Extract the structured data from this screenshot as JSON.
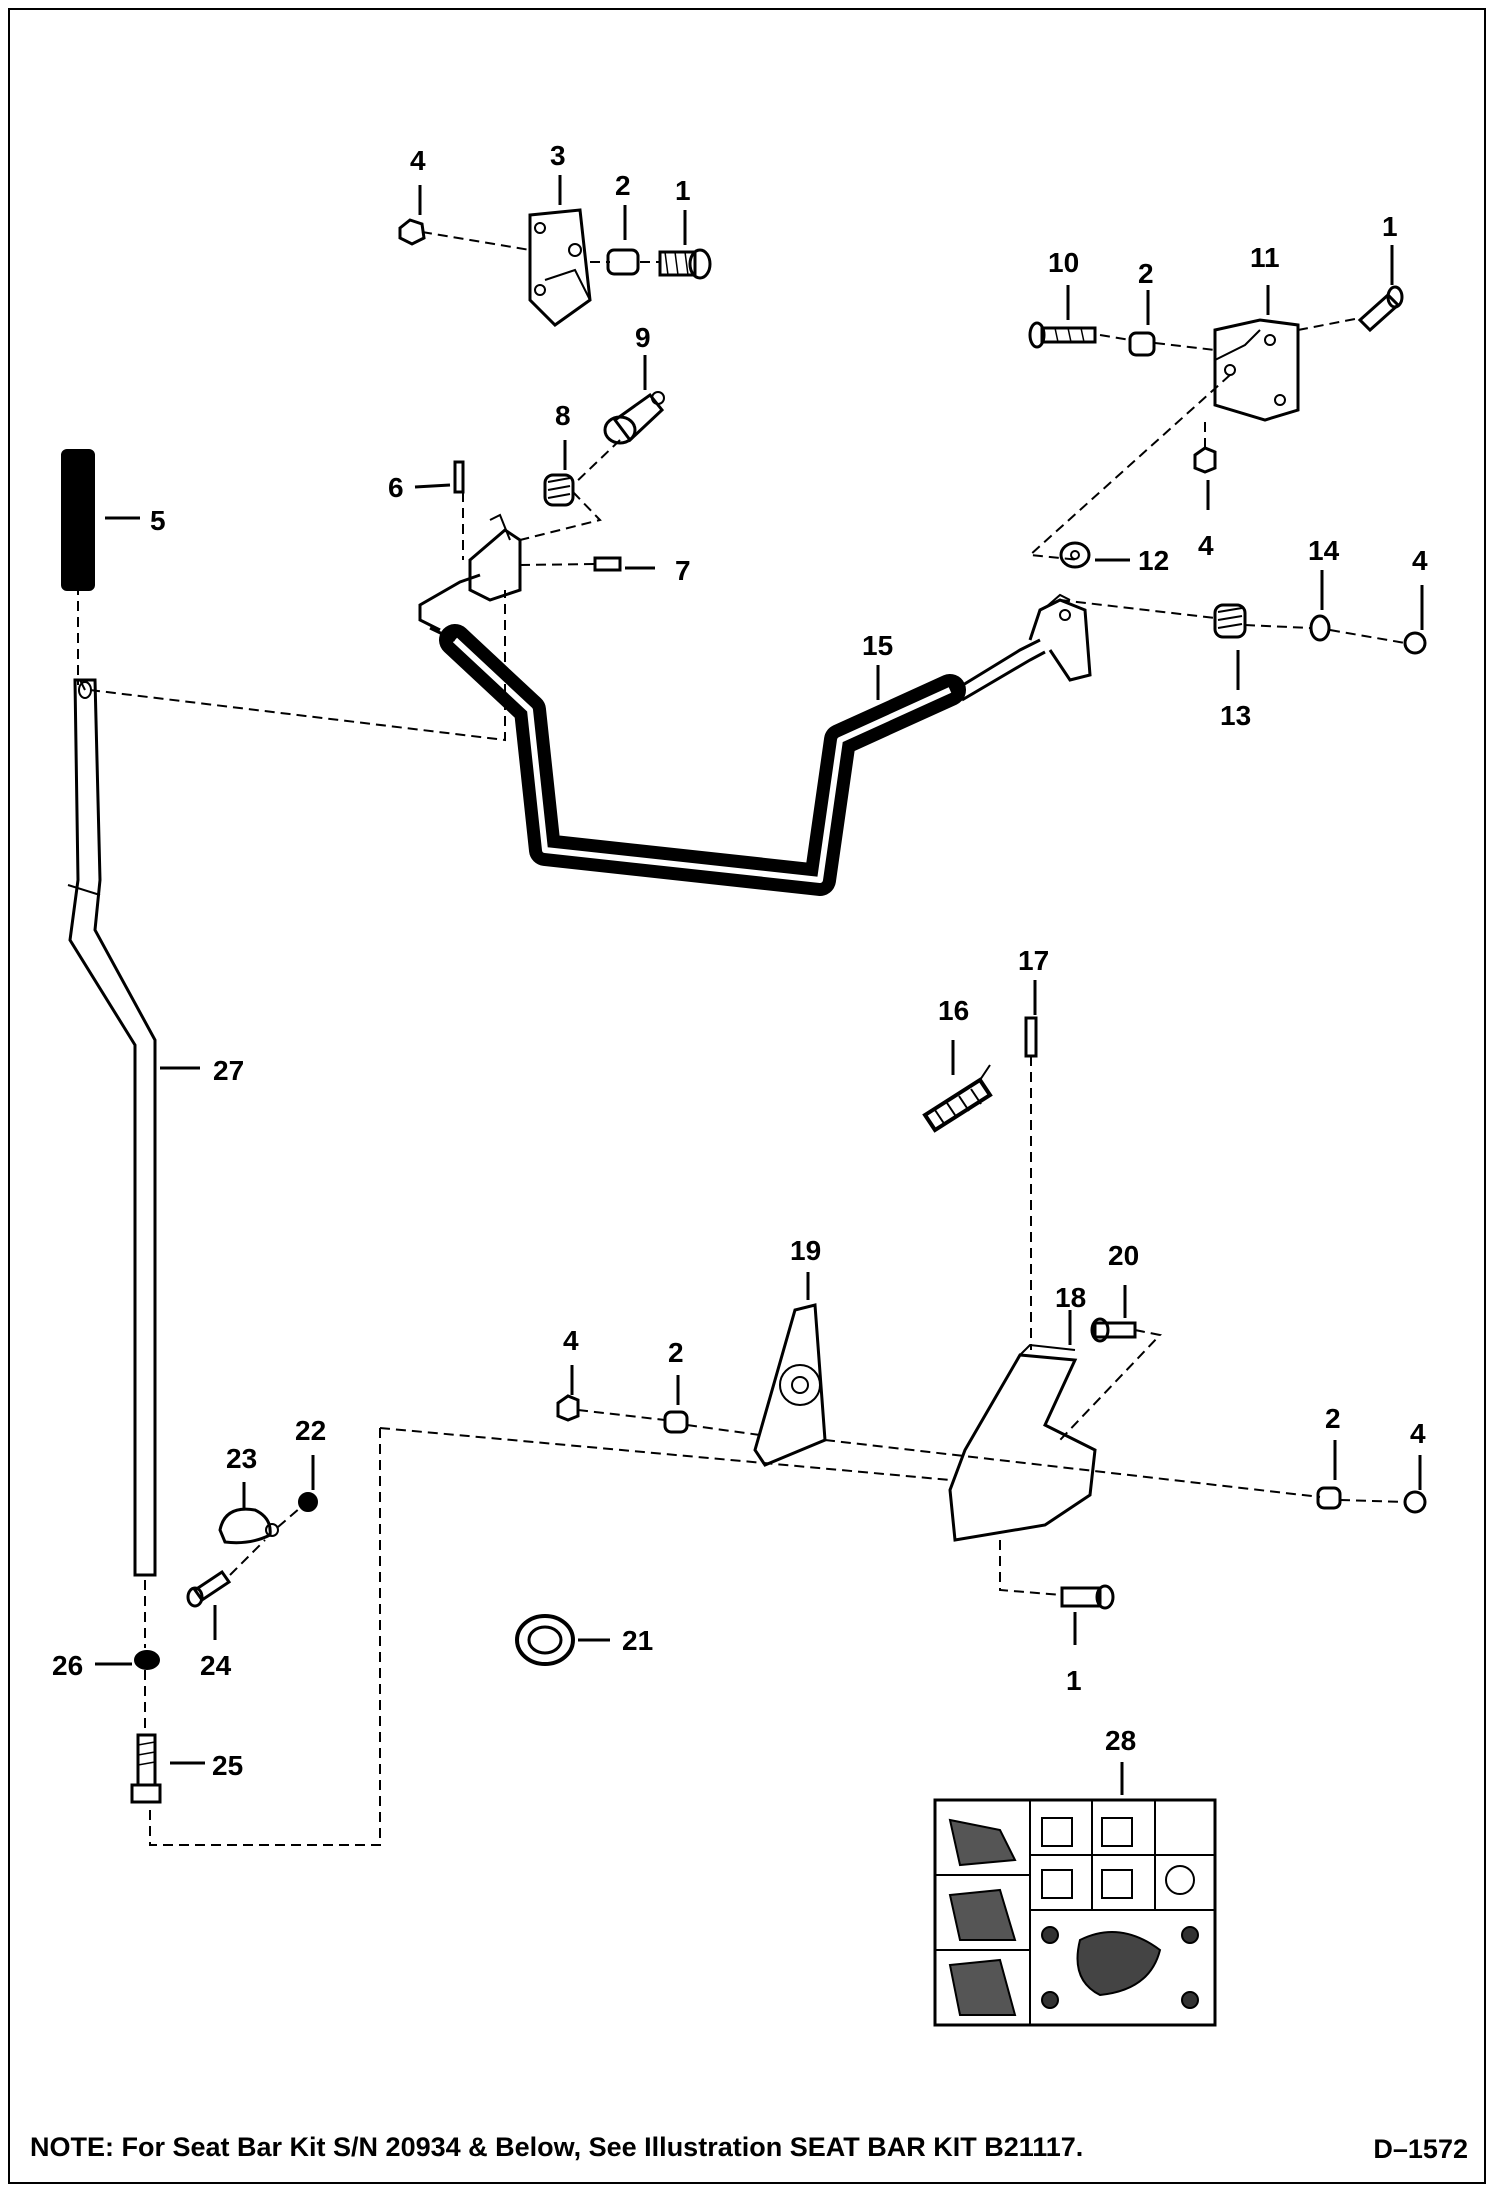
{
  "diagram": {
    "callouts": [
      {
        "id": "c1a",
        "text": "1"
      },
      {
        "id": "c2a",
        "text": "2"
      },
      {
        "id": "c3",
        "text": "3"
      },
      {
        "id": "c4a",
        "text": "4"
      },
      {
        "id": "c9",
        "text": "9"
      },
      {
        "id": "c8",
        "text": "8"
      },
      {
        "id": "c6",
        "text": "6"
      },
      {
        "id": "c7",
        "text": "7"
      },
      {
        "id": "c5",
        "text": "5"
      },
      {
        "id": "c10",
        "text": "10"
      },
      {
        "id": "c2b",
        "text": "2"
      },
      {
        "id": "c11",
        "text": "11"
      },
      {
        "id": "c1b",
        "text": "1"
      },
      {
        "id": "c4b",
        "text": "4"
      },
      {
        "id": "c12",
        "text": "12"
      },
      {
        "id": "c14",
        "text": "14"
      },
      {
        "id": "c4c",
        "text": "4"
      },
      {
        "id": "c13",
        "text": "13"
      },
      {
        "id": "c15",
        "text": "15"
      },
      {
        "id": "c17",
        "text": "17"
      },
      {
        "id": "c16",
        "text": "16"
      },
      {
        "id": "c27",
        "text": "27"
      },
      {
        "id": "c19",
        "text": "19"
      },
      {
        "id": "c20",
        "text": "20"
      },
      {
        "id": "c18",
        "text": "18"
      },
      {
        "id": "c4d",
        "text": "4"
      },
      {
        "id": "c2c",
        "text": "2"
      },
      {
        "id": "c22",
        "text": "22"
      },
      {
        "id": "c23",
        "text": "23"
      },
      {
        "id": "c2d",
        "text": "2"
      },
      {
        "id": "c4e",
        "text": "4"
      },
      {
        "id": "c1c",
        "text": "1"
      },
      {
        "id": "c21",
        "text": "21"
      },
      {
        "id": "c26",
        "text": "26"
      },
      {
        "id": "c24",
        "text": "24"
      },
      {
        "id": "c25",
        "text": "25"
      },
      {
        "id": "c28",
        "text": "28"
      }
    ],
    "note": "NOTE: For Seat Bar Kit S/N 20934 & Below, See Illustration SEAT BAR KIT B21117.",
    "drawing_number": "D–1572",
    "ink_color": "#000000",
    "paper_color": "#ffffff"
  }
}
